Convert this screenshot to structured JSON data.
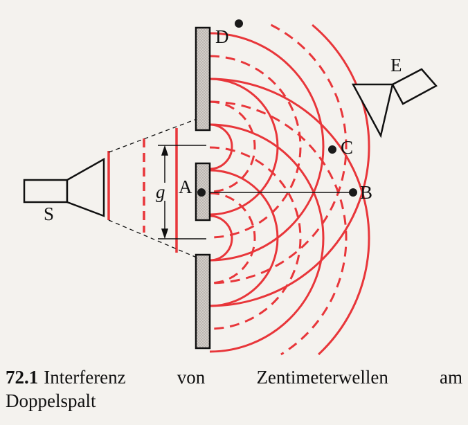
{
  "labels": {
    "D": "D",
    "E": "E",
    "C": "C",
    "A": "A",
    "B": "B",
    "g": "g",
    "S": "S"
  },
  "caption": {
    "number": "72.1",
    "line1": "Interferenz von Zentimeterwellen am",
    "line2": "Doppelspalt"
  },
  "colors": {
    "wave": "#e8363a",
    "outline": "#111111",
    "plate": "#c9c4bf",
    "background": "#f4f2ee"
  }
}
